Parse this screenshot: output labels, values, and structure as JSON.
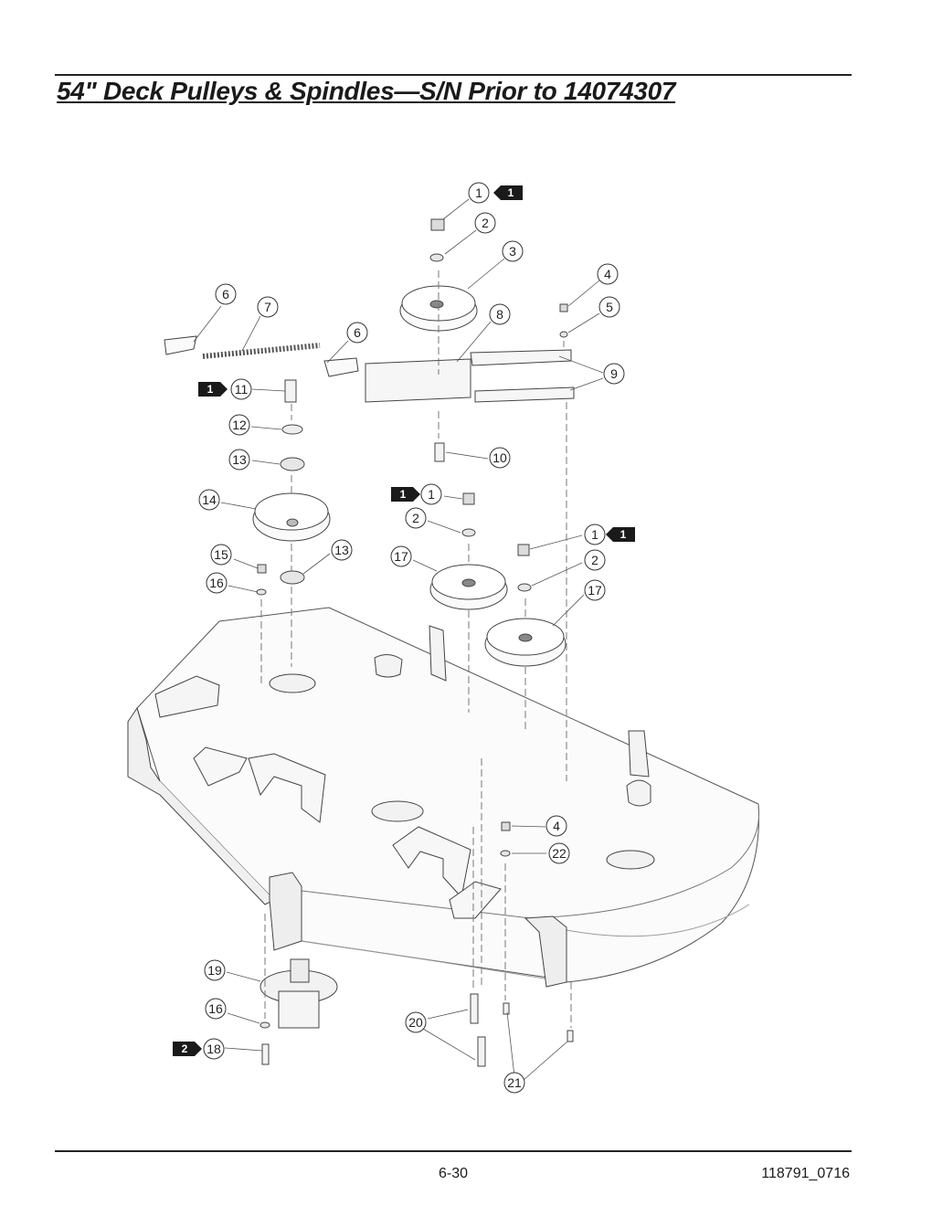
{
  "page": {
    "title": "54\" Deck Pulleys & Spindles—S/N Prior to 14074307",
    "page_number": "6-30",
    "document_code": "118791_0716"
  },
  "callouts": [
    {
      "number": "1"
    },
    {
      "number": "2"
    },
    {
      "number": "3"
    },
    {
      "number": "4"
    },
    {
      "number": "5"
    },
    {
      "number": "6"
    },
    {
      "number": "7"
    },
    {
      "number": "6"
    },
    {
      "number": "8"
    },
    {
      "number": "9"
    },
    {
      "number": "11"
    },
    {
      "number": "12"
    },
    {
      "number": "13"
    },
    {
      "number": "10"
    },
    {
      "number": "14"
    },
    {
      "number": "1"
    },
    {
      "number": "2"
    },
    {
      "number": "1"
    },
    {
      "number": "15"
    },
    {
      "number": "13"
    },
    {
      "number": "17"
    },
    {
      "number": "2"
    },
    {
      "number": "16"
    },
    {
      "number": "17"
    },
    {
      "number": "4"
    },
    {
      "number": "22"
    },
    {
      "number": "19"
    },
    {
      "number": "16"
    },
    {
      "number": "20"
    },
    {
      "number": "18"
    },
    {
      "number": "21"
    }
  ],
  "note_flags": [
    {
      "number": "1"
    },
    {
      "number": "1"
    },
    {
      "number": "1"
    },
    {
      "number": "1"
    },
    {
      "number": "2"
    }
  ]
}
